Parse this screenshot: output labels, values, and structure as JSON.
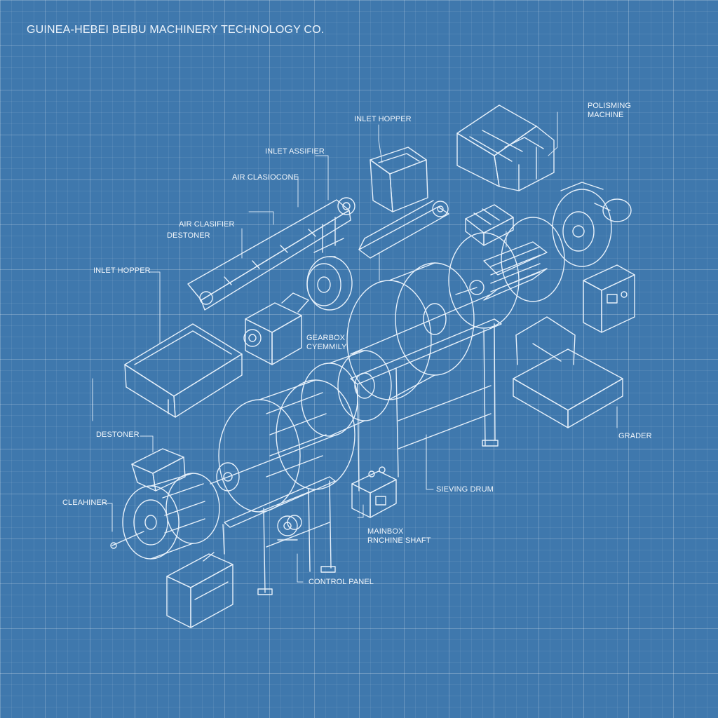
{
  "title": "GUINEA-HEBEI BEIBU MACHINERY TECHNOLOGY CO.",
  "labels": {
    "inlet_hopper_top": "INLET HOPPER",
    "polishing_l1": "POLISMING",
    "polishing_l2": "MACHINE",
    "inlet_assifier": "INLET ASSIFIER",
    "air_clasiocone": "AIR CLASIOCONE",
    "air_clasifier": "AIR CLASIFIER",
    "destoner_upper": "DESTONER",
    "inlet_hopper_left": "INLET HOPPER",
    "gearbox_l1": "GEARBOX",
    "gearbox_l2": "CYEMMILY",
    "grader": "GRADER",
    "destoner_lower": "DESTONER",
    "cleahiner": "CLEAHINER",
    "sieving_drum": "SIEVING DRUM",
    "mainbox_l1": "MAINBOX",
    "mainbox_l2": "RNCHINE SHAFT",
    "control_panel": "CONTROL PANEL"
  }
}
